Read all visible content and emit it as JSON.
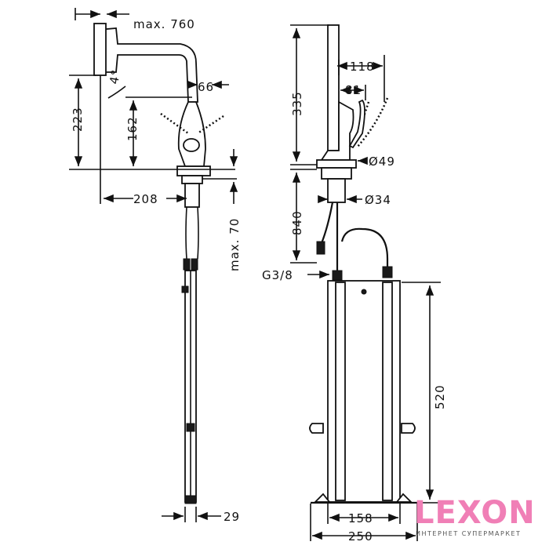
{
  "dimensions": {
    "reach": "max. 760",
    "angle": "4°",
    "spout_width": "66",
    "height_223": "223",
    "height_162": "162",
    "offset_208": "208",
    "projection_70": "max. 70",
    "shank_29": "29",
    "height_335": "335",
    "spout_118": "118",
    "spout_81": "81",
    "dia_49": "Ø49",
    "dia_34": "Ø34",
    "hose_840": "840",
    "thread": "G3/8",
    "box_520": "520",
    "box_158": "158",
    "box_250": "250"
  },
  "logo": {
    "word": "LEXON",
    "subtitle": "ИНТЕРНЕТ СУПЕРМАРКЕТ"
  }
}
